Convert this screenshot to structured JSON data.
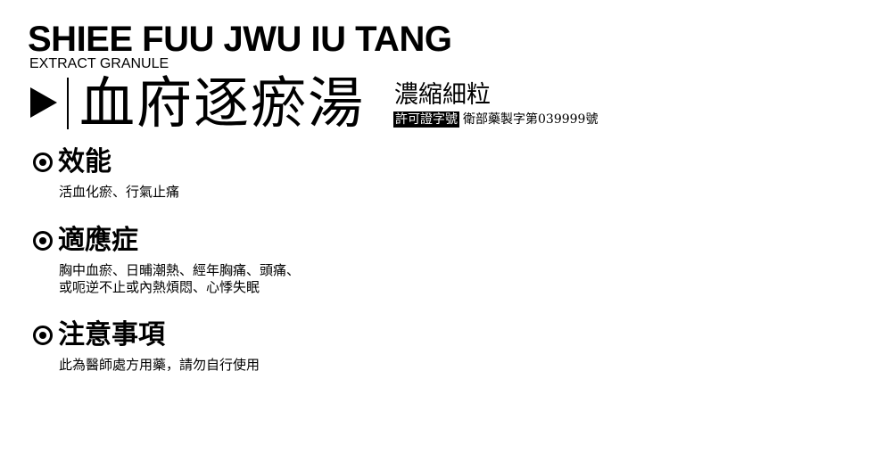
{
  "header": {
    "title_en": "SHIEE FUU JWU IU TANG",
    "subtitle_en": "EXTRACT GRANULE",
    "title_zh": "血府逐瘀湯",
    "form_label": "濃縮細粒",
    "license_badge": "許可證字號",
    "license_number": "衛部藥製字第039999號"
  },
  "sections": [
    {
      "title": "效能",
      "lines": [
        "活血化瘀、行氣止痛"
      ]
    },
    {
      "title": "適應症",
      "lines": [
        "胸中血瘀、日晡潮熱、經年胸痛、頭痛、",
        "或呃逆不止或內熱煩悶、心悸失眠"
      ]
    },
    {
      "title": "注意事項",
      "lines": [
        "此為醫師處方用藥，請勿自行使用"
      ]
    }
  ]
}
